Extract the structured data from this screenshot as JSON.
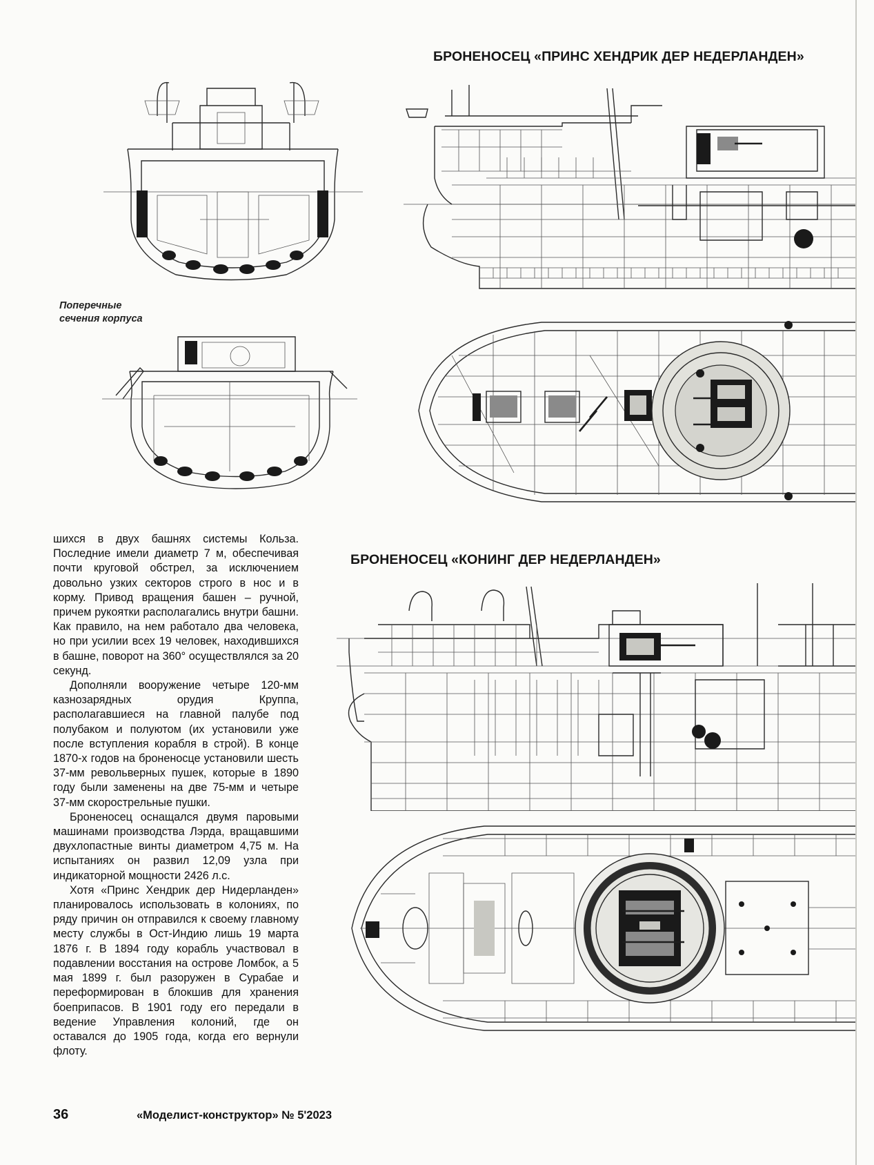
{
  "titles": {
    "ship1": "БРОНЕНОСЕЦ «ПРИНС ХЕНДРИК ДЕР НЕДЕРЛАНДЕН»",
    "ship2": "БРОНЕНОСЕЦ «КОНИНГ ДЕР НЕДЕРЛАНДЕН»"
  },
  "caption": {
    "line1": "Поперечные",
    "line2": "сечения корпуса"
  },
  "article": {
    "paragraphs": [
      "шихся в двух башнях системы Кольза. Последние имели диаметр 7 м, обеспечивая почти круговой обстрел, за исключением довольно узких секторов строго в нос и в корму. Привод вращения башен – ручной, причем рукоятки располагались внутри башни. Как правило, на нем работало два человека, но при усилии всех 19 человек, находившихся в башне, поворот на 360° осуществлялся за 20 секунд.",
      "Дополняли вооружение четыре 120-мм казнозарядных орудия Круппа, располагавшиеся на главной палубе под полубаком и полуютом (их установили уже после вступления корабля в строй). В конце 1870-х годов на броненосце установили шесть 37-мм револьверных пушек, которые в 1890 году были заменены на две 75-мм и четыре 37-мм скорострельные пушки.",
      "Броненосец оснащался двумя паровыми машинами производства Лэрда, вращавшими двухлопастные винты диаметром 4,75 м. На испытаниях он развил 12,09 узла при индикаторной мощности 2426 л.с.",
      "Хотя «Принс Хендрик дер Нидерланден» планировалось использовать в колониях, по ряду причин он отправился к своему главному месту службы в Ост-Индию лишь 19 марта 1876 г. В 1894 году корабль участвовал в подавлении восстания на острове Ломбок, а 5 мая 1899 г. был разоружен в Сурабае и переформирован в блокшив для хранения боеприпасов. В 1901 году его передали в ведение Управления колоний, где он оставался до 1905 года, когда его вернули флоту."
    ]
  },
  "footer": {
    "page_number": "36",
    "journal": "«Моделист-конструктор» № 5'2023"
  }
}
